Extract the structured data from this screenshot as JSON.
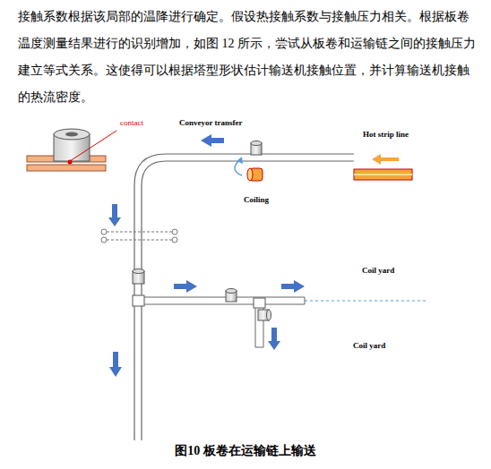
{
  "diagram": {
    "caption": "图10 板卷在运输链上输送",
    "labels": [
      "接触系数根据该局部的温降进行确定。假设热接触系数与接触压力相关。根据板卷温度测量结果进行的识别增加，如图 12 所示，尝试从板卷和运输链之间的接触压力建立等式关系。这使得可以根据塔型形状估计输送机接触位置，并计算输送机接触的热流密度。",
      "contact",
      "Conveyor transfer",
      "Hot strip line",
      "Coiling",
      "Coil yard",
      "Coil yard"
    ]
  }
}
